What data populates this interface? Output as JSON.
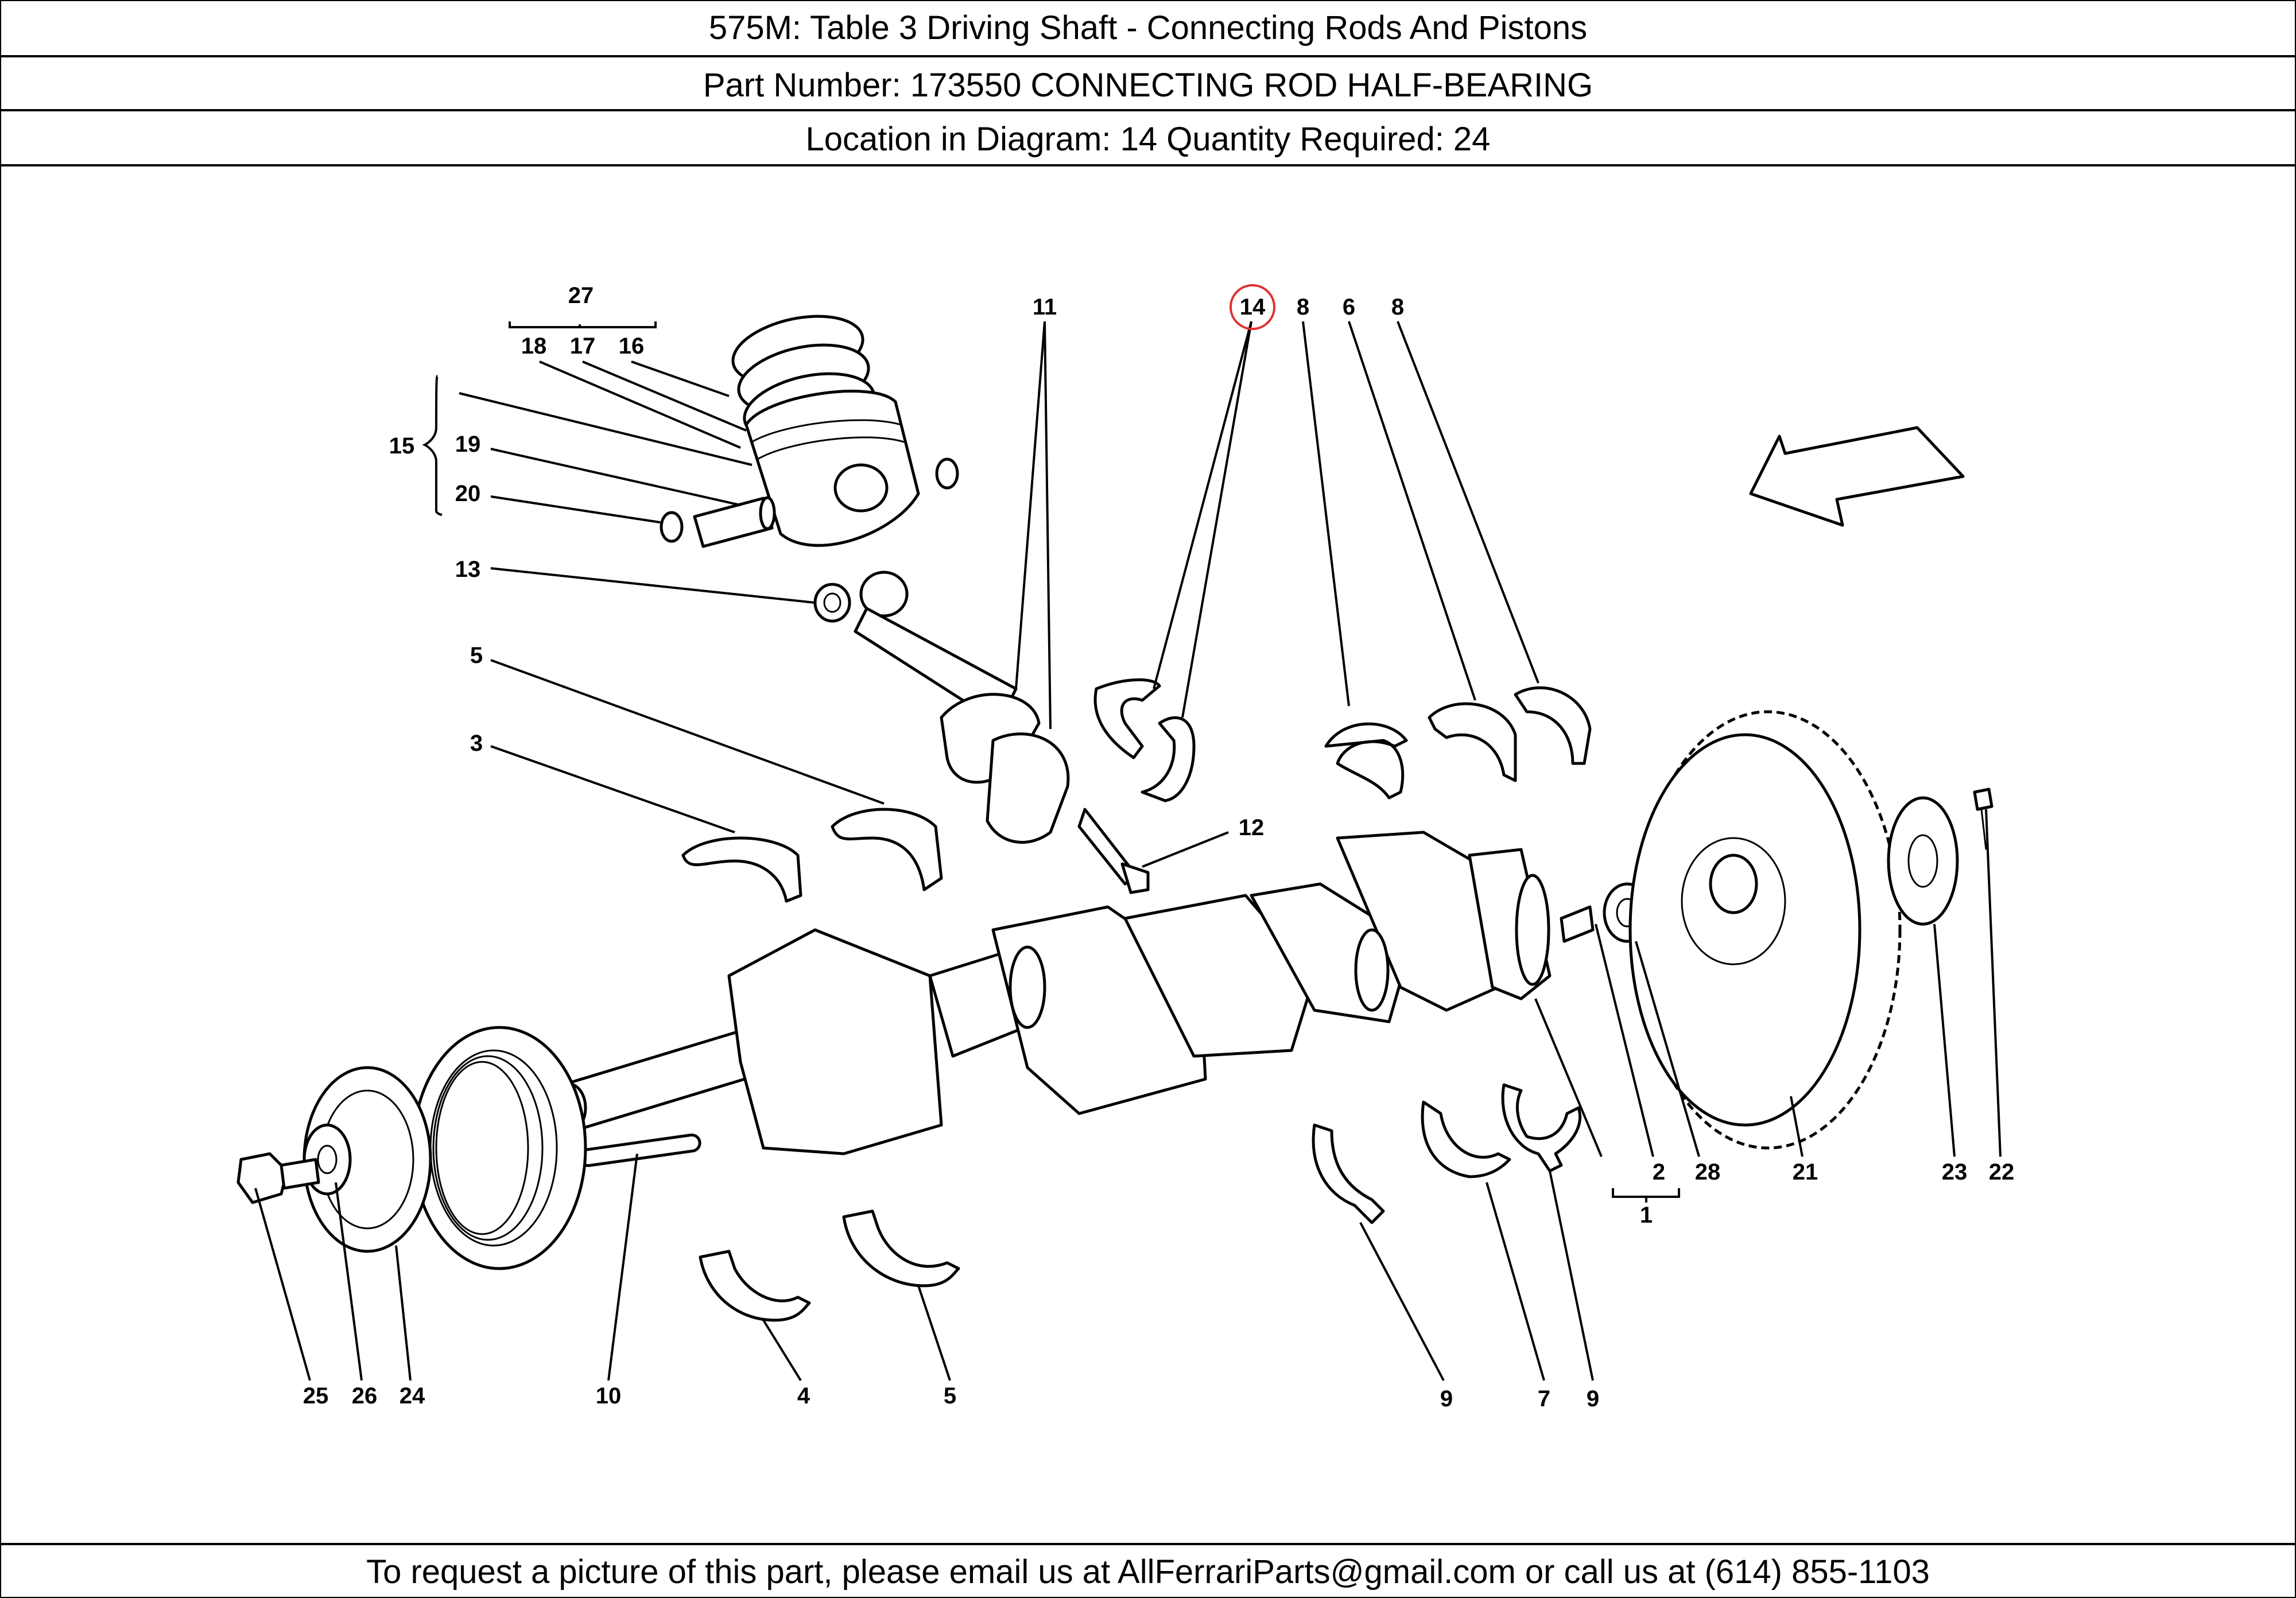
{
  "header": {
    "title": "575M:   Table 3 Driving Shaft - Connecting Rods And Pistons",
    "part_line": "Part Number: 173550   CONNECTING ROD HALF-BEARING",
    "location_line": "Location in Diagram: 14   Quantity Required: 24"
  },
  "footer": {
    "text": "To request a picture of this part, please email us at AllFerrariParts@gmail.com or call us at (614) 855-1103"
  },
  "diagram": {
    "highlighted_label": "14",
    "highlight_color": "#e0312f",
    "labels": {
      "l27": "27",
      "l18": "18",
      "l17": "17",
      "l16": "16",
      "l15": "15",
      "l19": "19",
      "l20": "20",
      "l13": "13",
      "l5a": "5",
      "l3": "3",
      "l11": "11",
      "l14": "14",
      "l8a": "8",
      "l6": "6",
      "l8b": "8",
      "l12": "12",
      "l2": "2",
      "l1": "1",
      "l28": "28",
      "l21": "21",
      "l23": "23",
      "l22": "22",
      "l25": "25",
      "l26": "26",
      "l24": "24",
      "l10": "10",
      "l4": "4",
      "l5b": "5",
      "l9a": "9",
      "l7": "7",
      "l9b": "9"
    }
  }
}
